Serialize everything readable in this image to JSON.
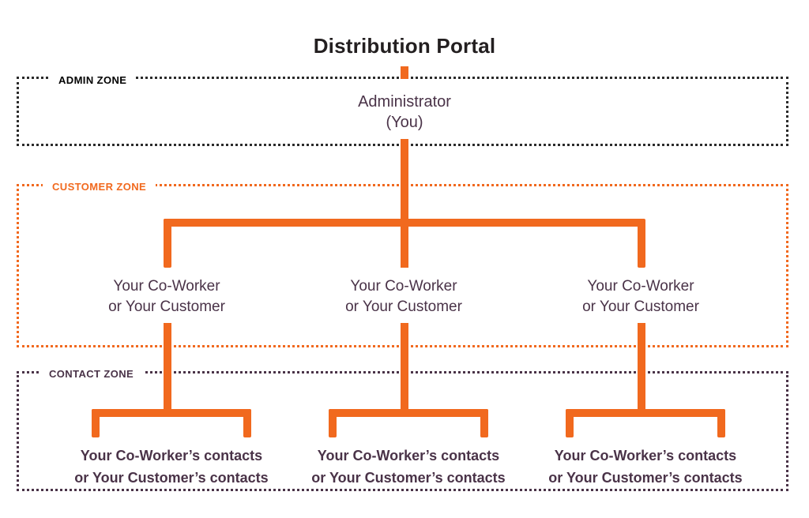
{
  "diagram": {
    "title": "Distribution Portal",
    "accent_color": "#f1691e",
    "text_color": "#4a3348",
    "title_color": "#231f20",
    "zones": [
      {
        "id": "admin",
        "label": "ADMIN ZONE",
        "border_color": "#2b2b2b",
        "label_color": "#000000"
      },
      {
        "id": "customer",
        "label": "CUSTOMER ZONE",
        "border_color": "#f1691e",
        "label_color": "#f1691e"
      },
      {
        "id": "contact",
        "label": "CONTACT ZONE",
        "border_color": "#4a3348",
        "label_color": "#4a3348"
      }
    ],
    "nodes": {
      "admin": {
        "line1": "Administrator",
        "line2": "(You)"
      },
      "mid": [
        {
          "line1": "Your Co-Worker",
          "line2": "or Your Customer"
        },
        {
          "line1": "Your Co-Worker",
          "line2": "or Your Customer"
        },
        {
          "line1": "Your Co-Worker",
          "line2": "or Your Customer"
        }
      ],
      "bottom": [
        {
          "line1": "Your Co-Worker’s contacts",
          "line2": "or Your Customer’s contacts"
        },
        {
          "line1": "Your Co-Worker’s contacts",
          "line2": "or Your Customer’s contacts"
        },
        {
          "line1": "Your Co-Worker’s contacts",
          "line2": "or Your Customer’s contacts"
        }
      ]
    }
  }
}
